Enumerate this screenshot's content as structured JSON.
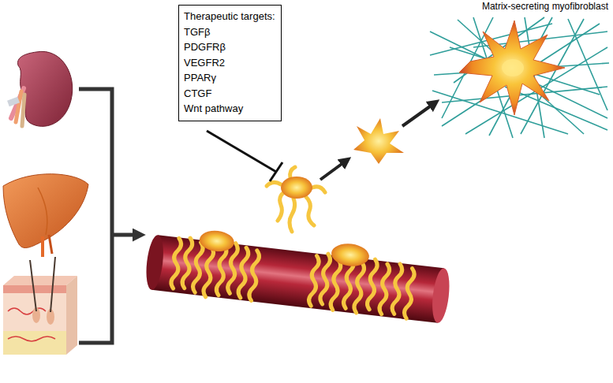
{
  "diagram": {
    "nodes": [
      {
        "text": [
          "Therapeutic targets:",
          "TGFβ",
          "PDGFRβ",
          "VEGFR2",
          "PPARγ",
          "CTGF",
          "Wnt pathway"
        ]
      }
    ],
    "labels": [
      "Matrix-secreting myofibroblast"
    ]
  }
}
